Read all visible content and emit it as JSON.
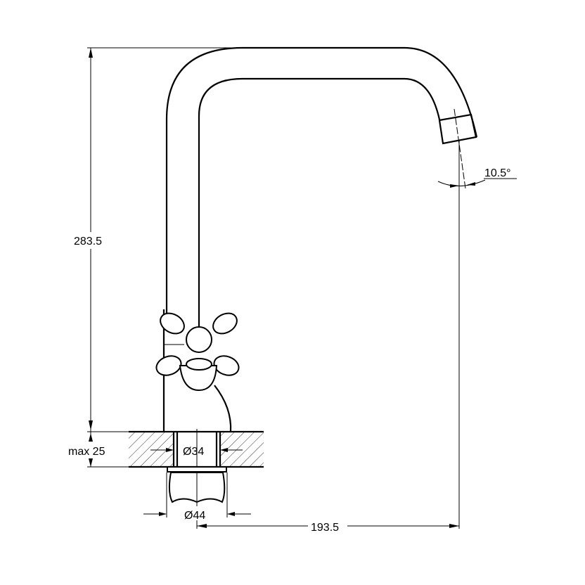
{
  "drawing": {
    "subject": "faucet",
    "dimensions": {
      "height": "283.5",
      "max_counter_thickness": "max 25",
      "hole_diameter": "Ø34",
      "nut_diameter": "Ø44",
      "reach": "193.5",
      "spout_angle": "10.5°"
    }
  }
}
